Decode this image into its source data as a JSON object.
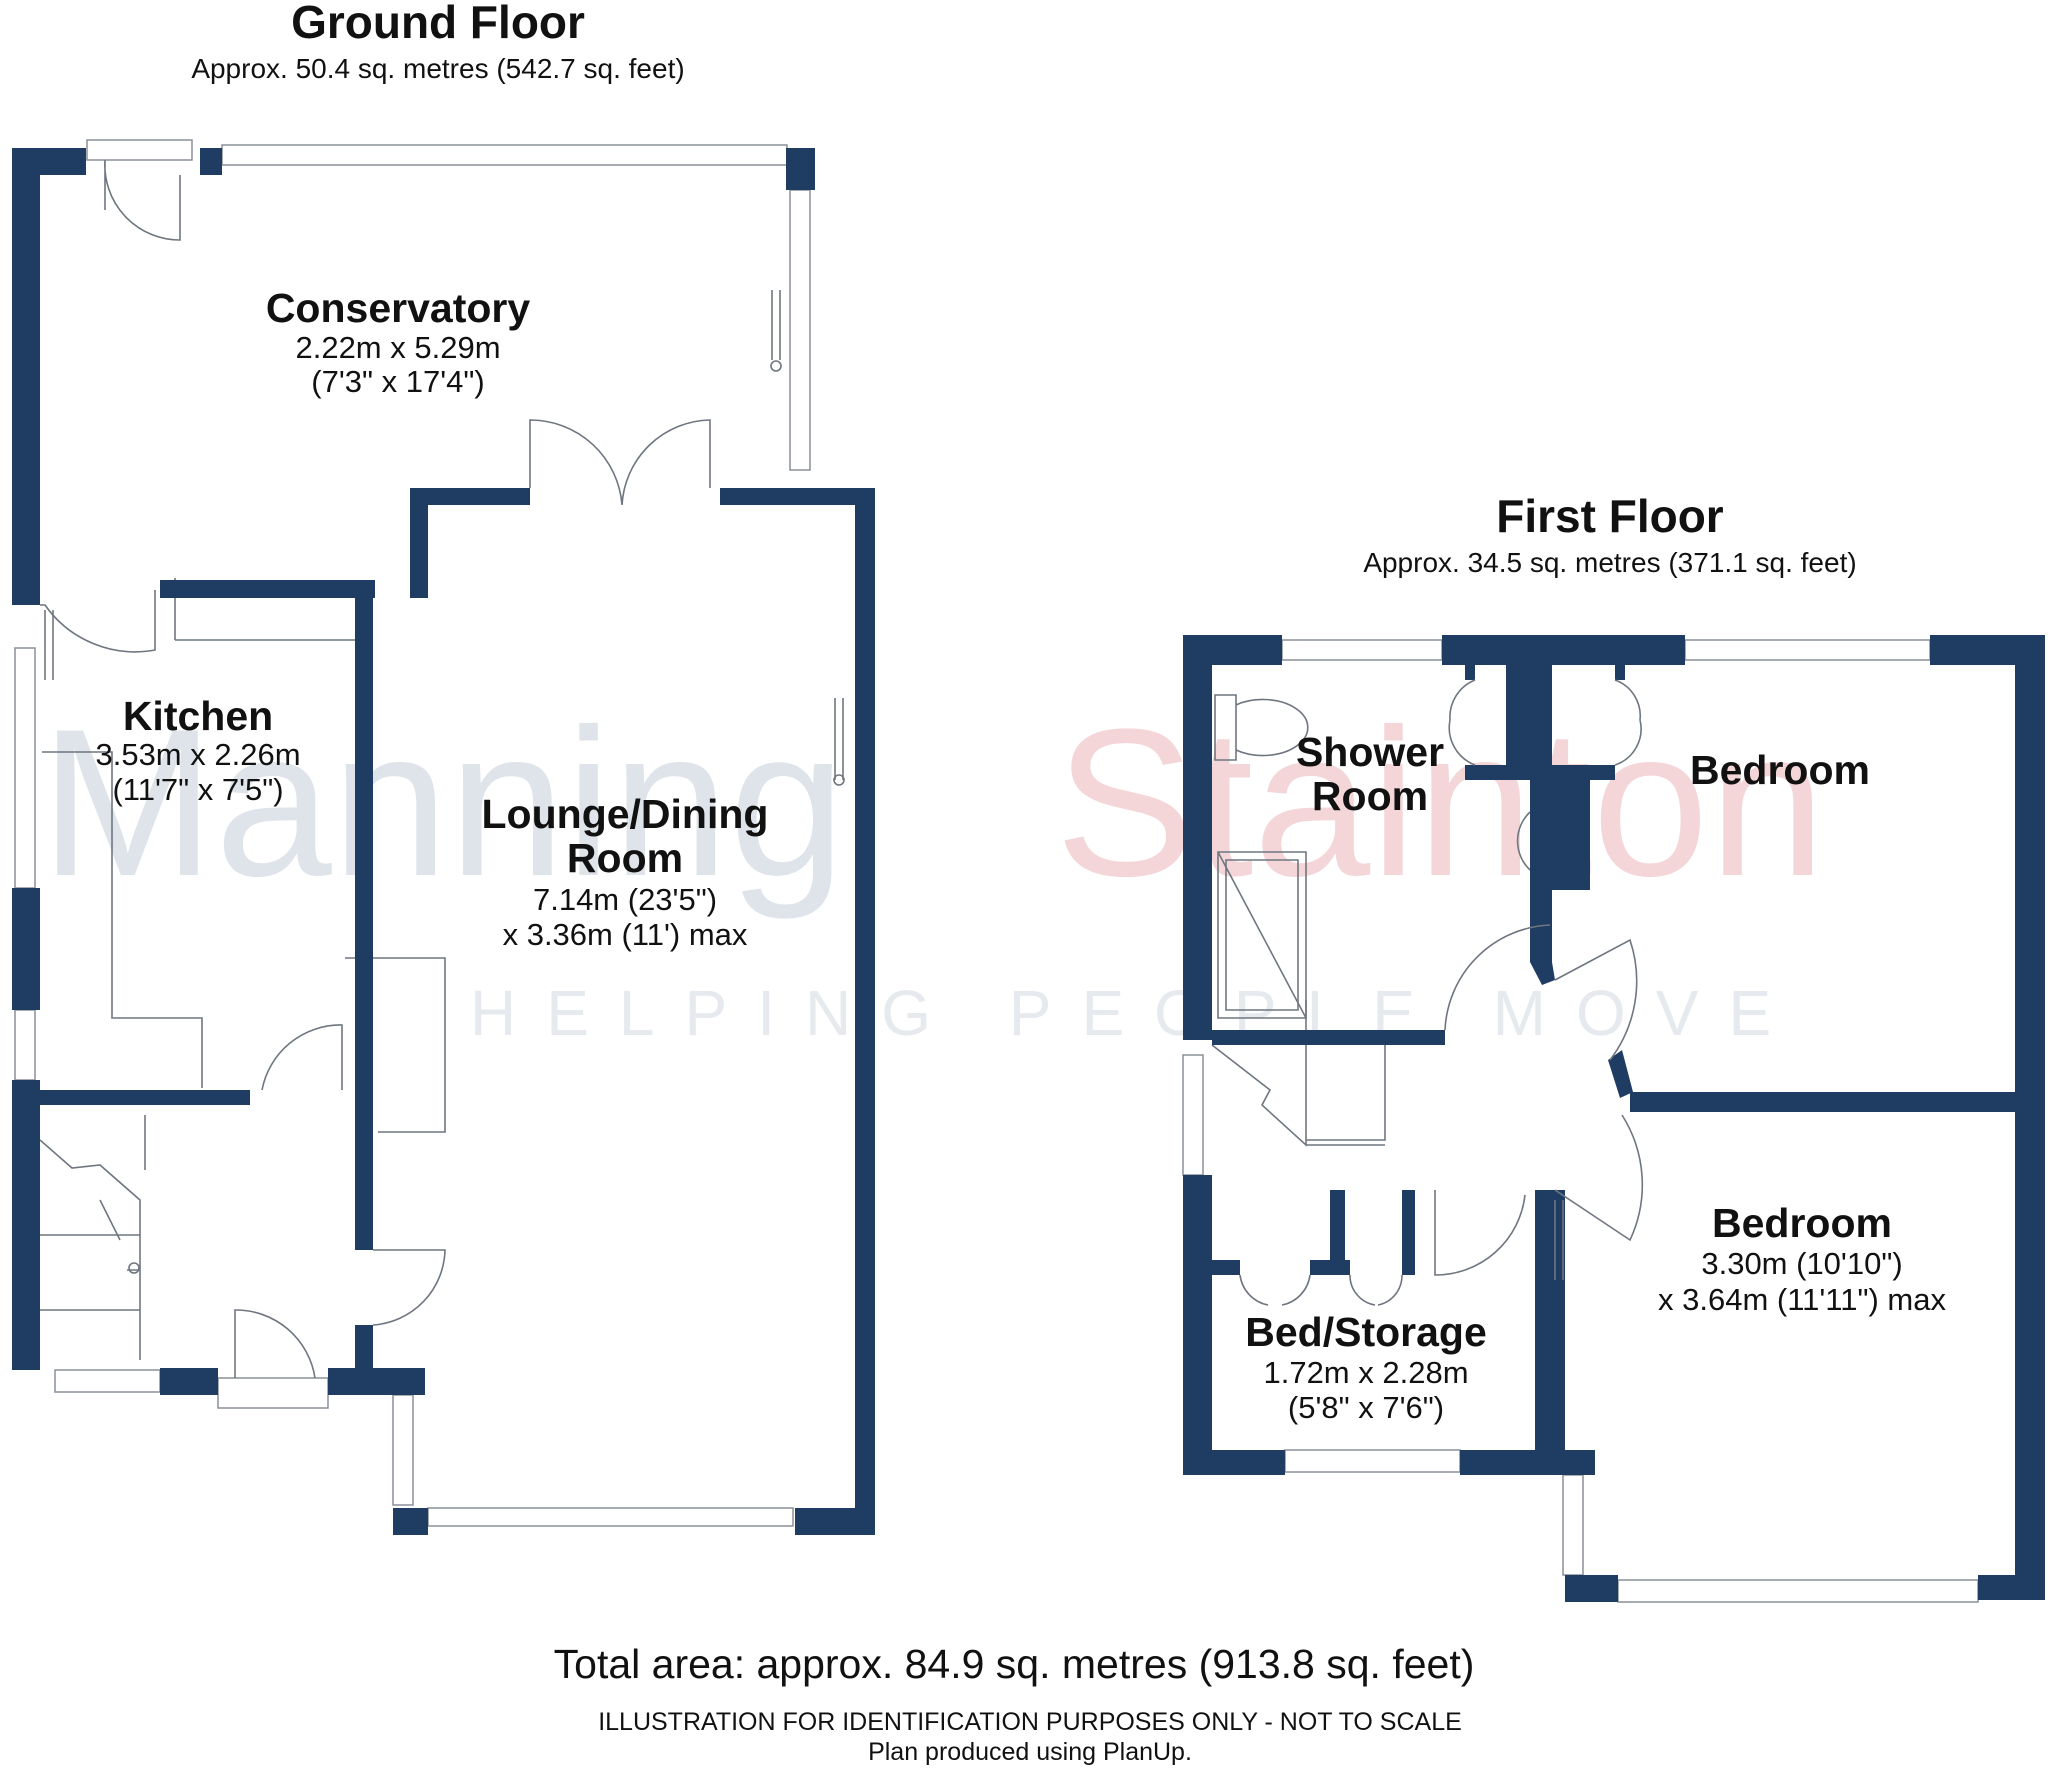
{
  "ground_floor": {
    "title": "Ground Floor",
    "area": "Approx. 50.4 sq. metres (542.7 sq. feet)"
  },
  "first_floor": {
    "title": "First Floor",
    "area": "Approx. 34.5 sq. metres (371.1 sq. feet)"
  },
  "rooms": {
    "conservatory": {
      "name": "Conservatory",
      "dim1": "2.22m x 5.29m",
      "dim2": "(7'3\" x 17'4\")"
    },
    "kitchen": {
      "name": "Kitchen",
      "dim1": "3.53m x 2.26m",
      "dim2": "(11'7\" x 7'5\")"
    },
    "lounge": {
      "name1": "Lounge/Dining",
      "name2": "Room",
      "dim1": "7.14m (23'5\")",
      "dim2": "x 3.36m (11') max"
    },
    "shower": {
      "name1": "Shower",
      "name2": "Room"
    },
    "bedroom_upper": {
      "name": "Bedroom"
    },
    "bedroom_lower": {
      "name": "Bedroom",
      "dim1": "3.30m (10'10\")",
      "dim2": "x 3.64m (11'11\") max"
    },
    "bed_storage": {
      "name": "Bed/Storage",
      "dim1": "1.72m x 2.28m",
      "dim2": "(5'8\" x 7'6\")"
    }
  },
  "footer": {
    "total": "Total area: approx. 84.9 sq. metres (913.8 sq. feet)",
    "disclaimer": "ILLUSTRATION FOR IDENTIFICATION PURPOSES ONLY - NOT TO SCALE",
    "produced": "Plan produced using PlanUp."
  },
  "watermark": {
    "word1": "Manning",
    "word2": "Stainton",
    "tagline": "HELPING PEOPLE MOVE"
  },
  "colors": {
    "wall": "#1f3d63",
    "watermark_gray": "#dfe3ea",
    "watermark_red": "#f4d6d9"
  }
}
